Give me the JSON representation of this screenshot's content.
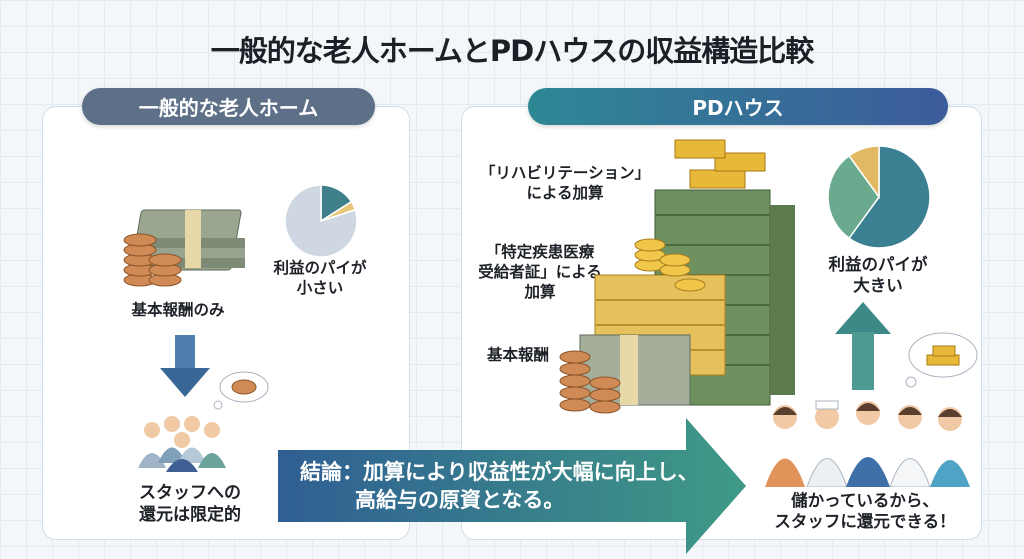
{
  "title": "一般的な老人ホームとPDハウスの収益構造比較",
  "left": {
    "header": "一般的な老人ホーム",
    "money_label": "基本報酬のみ",
    "pie_label": [
      "利益のパイが",
      "小さい"
    ],
    "staff_label": [
      "スタッフへの",
      "還元は限定的"
    ],
    "pie_shares": [
      {
        "name": "profit",
        "value": 16,
        "color": "#3f7f8a"
      },
      {
        "name": "bonus",
        "value": 4,
        "color": "#e8c77a"
      },
      {
        "name": "other",
        "value": 80,
        "color": "#cfd8e2"
      }
    ]
  },
  "right": {
    "header": "PDハウス",
    "rehab_label": [
      "「リハビリテーション」",
      "による加算"
    ],
    "disease_label": [
      "「特定疾患医療",
      "受給者証」による",
      "加算"
    ],
    "base_label": "基本報酬",
    "pie_label": [
      "利益のパイが",
      "大きい"
    ],
    "staff_label": [
      "儲かっているから、",
      "スタッフに還元できる！"
    ],
    "pie_shares": [
      {
        "name": "profit",
        "value": 60,
        "color": "#3a7f92"
      },
      {
        "name": "green",
        "value": 30,
        "color": "#6aaa8f"
      },
      {
        "name": "gold",
        "value": 10,
        "color": "#e3b862"
      }
    ]
  },
  "conclusion": [
    "結論：加算により収益性が大幅に向上し、",
    "高給与の原資となる。"
  ]
}
